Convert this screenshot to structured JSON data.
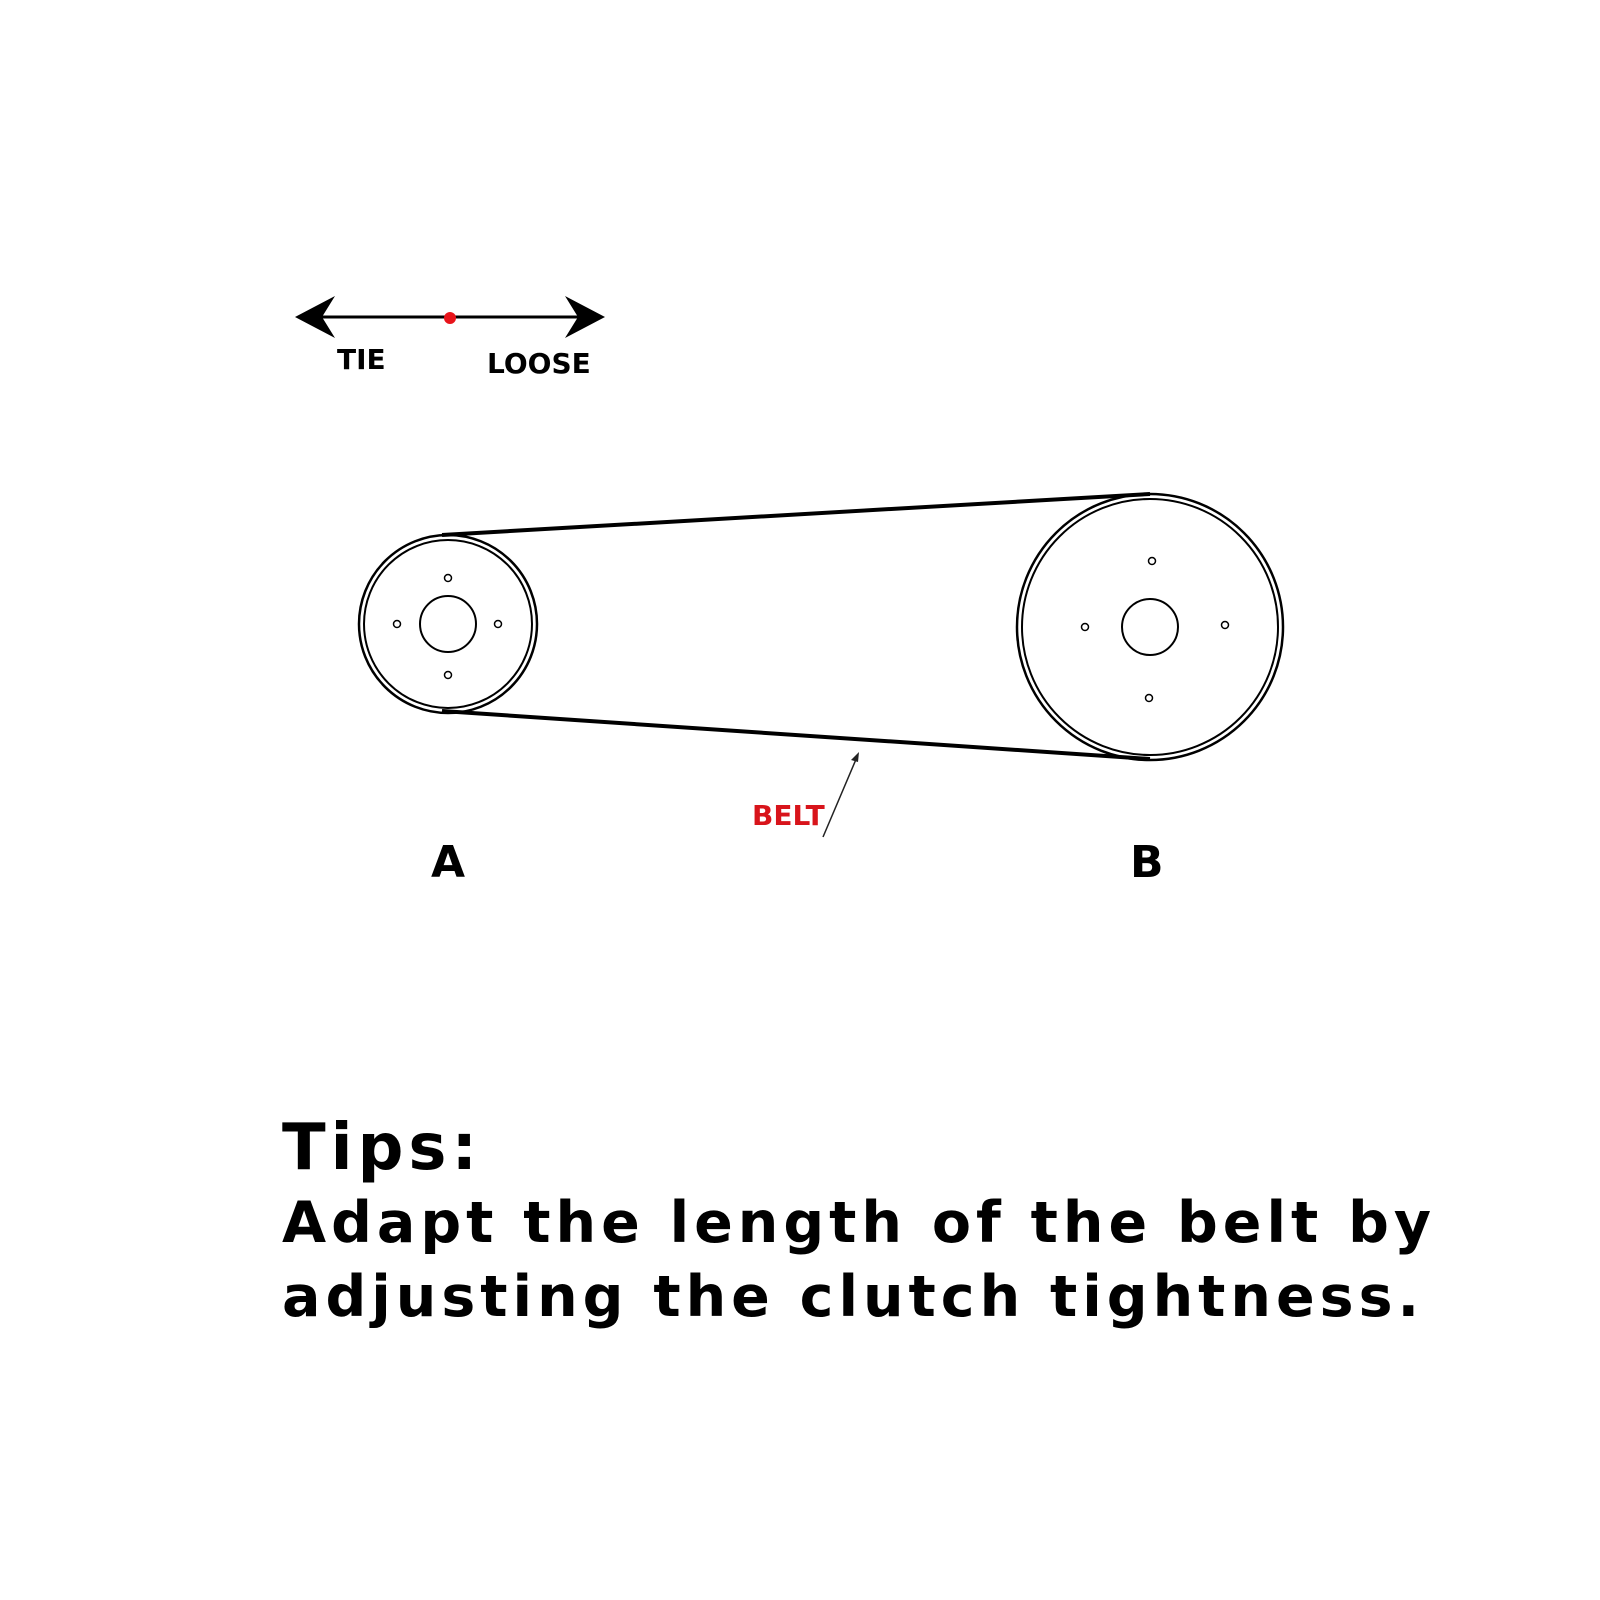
{
  "direction_indicator": {
    "left_label": "TIE",
    "right_label": "LOOSE",
    "marker_color": "#e8141b"
  },
  "pulleys": {
    "a_label": "A",
    "b_label": "B"
  },
  "belt": {
    "label": "BELT",
    "label_color": "#d8141b"
  },
  "tips": {
    "title": "Tips:",
    "line1": "Adapt the length of the belt by",
    "line2": "adjusting the clutch tightness."
  }
}
